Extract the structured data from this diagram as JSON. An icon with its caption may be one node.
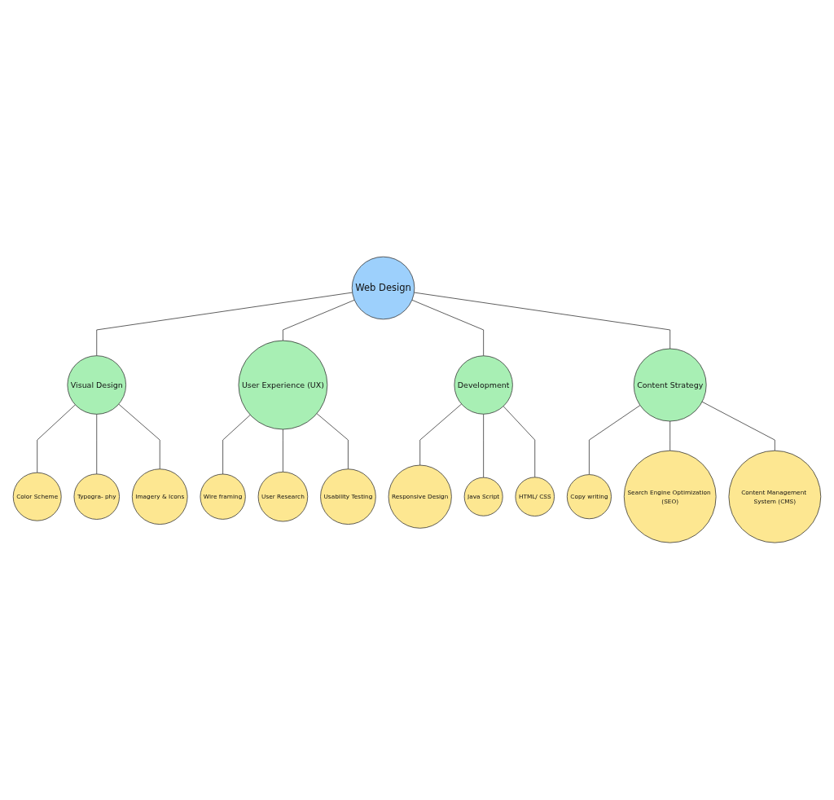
{
  "diagram": {
    "nodes": [
      {
        "text": [
          "Web Design"
        ]
      },
      {
        "text": [
          "Visual Design"
        ]
      },
      {
        "text": [
          "Color Scheme"
        ]
      },
      {
        "text": [
          "Typogra- phy"
        ]
      },
      {
        "text": [
          "Imagery & Icons"
        ]
      },
      {
        "text": [
          "User Experience (UX)"
        ]
      },
      {
        "text": [
          "Wire framing"
        ]
      },
      {
        "text": [
          "User Research"
        ]
      },
      {
        "text": [
          "Usability Testing"
        ]
      },
      {
        "text": [
          "Development"
        ]
      },
      {
        "text": [
          "Responsive Design"
        ]
      },
      {
        "text": [
          "Java Script"
        ]
      },
      {
        "text": [
          "HTML/ CSS"
        ]
      },
      {
        "text": [
          "Content Strategy"
        ]
      },
      {
        "text": [
          "Copy writing"
        ]
      },
      {
        "text": [
          "Search Engine Optimization (SEO)"
        ]
      },
      {
        "text": [
          "Content Management System (CMS)"
        ]
      }
    ],
    "edges": [
      {
        "from": 0,
        "to": 1,
        "arrow": "none"
      },
      {
        "from": 1,
        "to": 2,
        "arrow": "none"
      },
      {
        "from": 1,
        "to": 3,
        "arrow": "none"
      },
      {
        "from": 1,
        "to": 4,
        "arrow": "none"
      },
      {
        "from": 0,
        "to": 5,
        "arrow": "none"
      },
      {
        "from": 5,
        "to": 6,
        "arrow": "none"
      },
      {
        "from": 5,
        "to": 7,
        "arrow": "none"
      },
      {
        "from": 5,
        "to": 8,
        "arrow": "none"
      },
      {
        "from": 0,
        "to": 9,
        "arrow": "none"
      },
      {
        "from": 9,
        "to": 10,
        "arrow": "none"
      },
      {
        "from": 9,
        "to": 11,
        "arrow": "none"
      },
      {
        "from": 9,
        "to": 12,
        "arrow": "none"
      },
      {
        "from": 0,
        "to": 13,
        "arrow": "none"
      },
      {
        "from": 13,
        "to": 14,
        "arrow": "none"
      },
      {
        "from": 13,
        "to": 15,
        "arrow": "none"
      },
      {
        "from": 13,
        "to": 16,
        "arrow": "none"
      }
    ]
  }
}
